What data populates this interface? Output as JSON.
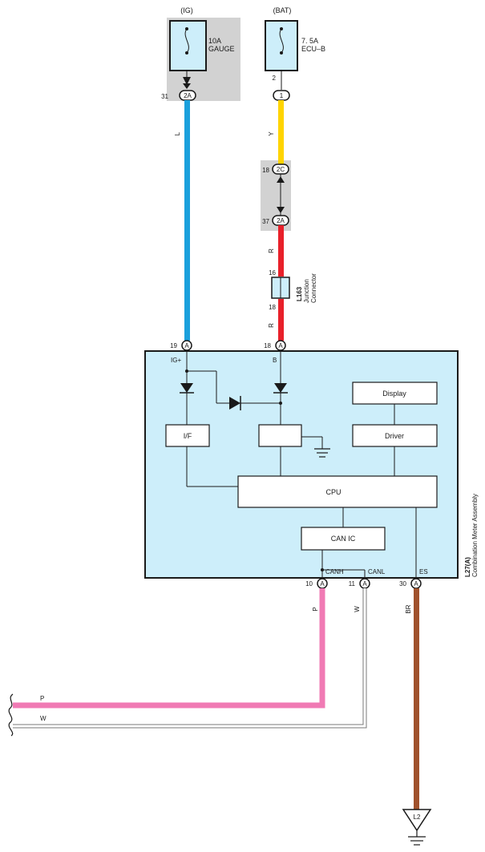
{
  "fuses": {
    "ig": {
      "source": "(IG)",
      "rating": "10A",
      "name": "GAUGE",
      "pin": "31",
      "conn": "2A"
    },
    "bat": {
      "source": "(BAT)",
      "rating": "7. 5A",
      "name": "ECU–B",
      "pin": "2",
      "conn": "1"
    }
  },
  "wires": {
    "l": "L",
    "y": "Y",
    "r1": "R",
    "r2": "R",
    "p": "P",
    "w": "W",
    "br": "BR",
    "p_h": "P",
    "w_h": "W",
    "colors": {
      "L": "#1aa0dc",
      "Y": "#ffd400",
      "R": "#e8202a",
      "P": "#f07ab4",
      "W": "#ffffff",
      "BR": "#a0522d"
    }
  },
  "connectors": {
    "c2c": {
      "pin": "18",
      "id": "2C"
    },
    "c2a": {
      "pin": "37",
      "id": "2A"
    },
    "jc_top_pin": "16",
    "jc_bottom_pin": "18"
  },
  "junction": {
    "id": "L163",
    "label1": "Junction",
    "label2": "Connector"
  },
  "meter": {
    "id": "L27(A)",
    "name": "Combination Meter Assembly",
    "pins": {
      "ig": {
        "num": "19",
        "id": "A",
        "label": "IG+"
      },
      "b": {
        "num": "18",
        "id": "A",
        "label": "B"
      },
      "canh": {
        "num": "10",
        "id": "A",
        "label": "CANH"
      },
      "canl": {
        "num": "11",
        "id": "A",
        "label": "CANL"
      },
      "es": {
        "num": "30",
        "id": "A",
        "label": "ES"
      }
    },
    "blocks": {
      "if": "I/F",
      "display": "Display",
      "driver": "Driver",
      "cpu": "CPU",
      "canic": "CAN IC"
    }
  },
  "ground": {
    "id": "L2"
  },
  "colors": {
    "meter_fill": "#cdeefa",
    "fuse_fill": "#cdeefa",
    "gray_bg": "#d2d2d2"
  }
}
